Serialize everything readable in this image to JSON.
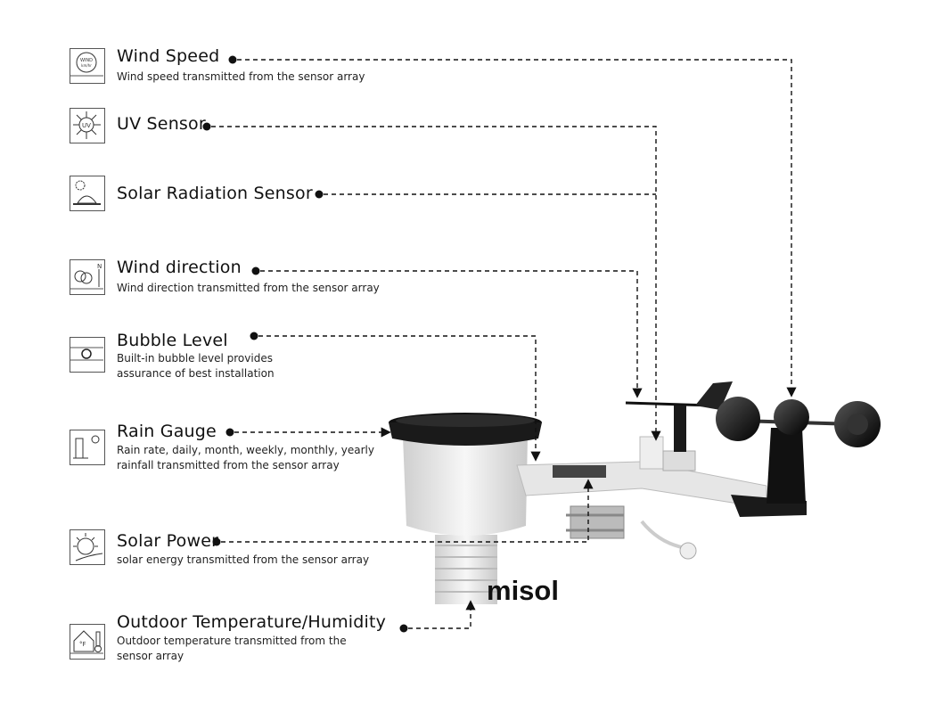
{
  "features": [
    {
      "title": "Wind Speed",
      "description": [
        "Wind speed transmitted from the sensor array"
      ],
      "icon": "wind-speed-icon",
      "icon_text": "WIND km/hr"
    },
    {
      "title": "UV Sensor",
      "description": [],
      "icon": "uv-sun-icon",
      "icon_text": "UV"
    },
    {
      "title": "Solar Radiation Sensor",
      "description": [],
      "icon": "solar-radiation-icon"
    },
    {
      "title": "Wind direction",
      "description": [
        "Wind direction transmitted from the sensor array"
      ],
      "icon": "wind-direction-icon",
      "icon_text": "N"
    },
    {
      "title": "Bubble Level",
      "description": [
        "Built-in bubble level provides",
        "assurance of best installation"
      ],
      "icon": "bubble-level-icon"
    },
    {
      "title": "Rain Gauge",
      "description": [
        "Rain rate, daily, month, weekly, monthly, yearly",
        "rainfall transmitted from the sensor array"
      ],
      "icon": "rain-gauge-icon"
    },
    {
      "title": "Solar Power",
      "description": [
        "solar energy transmitted from the sensor array"
      ],
      "icon": "solar-power-icon"
    },
    {
      "title": "Outdoor Temperature/Humidity",
      "description": [
        "Outdoor temperature transmitted from the",
        "sensor array"
      ],
      "icon": "thermometer-house-icon",
      "icon_text": "°F"
    }
  ],
  "brand": "misol",
  "colors": {
    "line": "#111111",
    "device_black": "#1a1a1a",
    "device_white": "#e9e9e9"
  }
}
